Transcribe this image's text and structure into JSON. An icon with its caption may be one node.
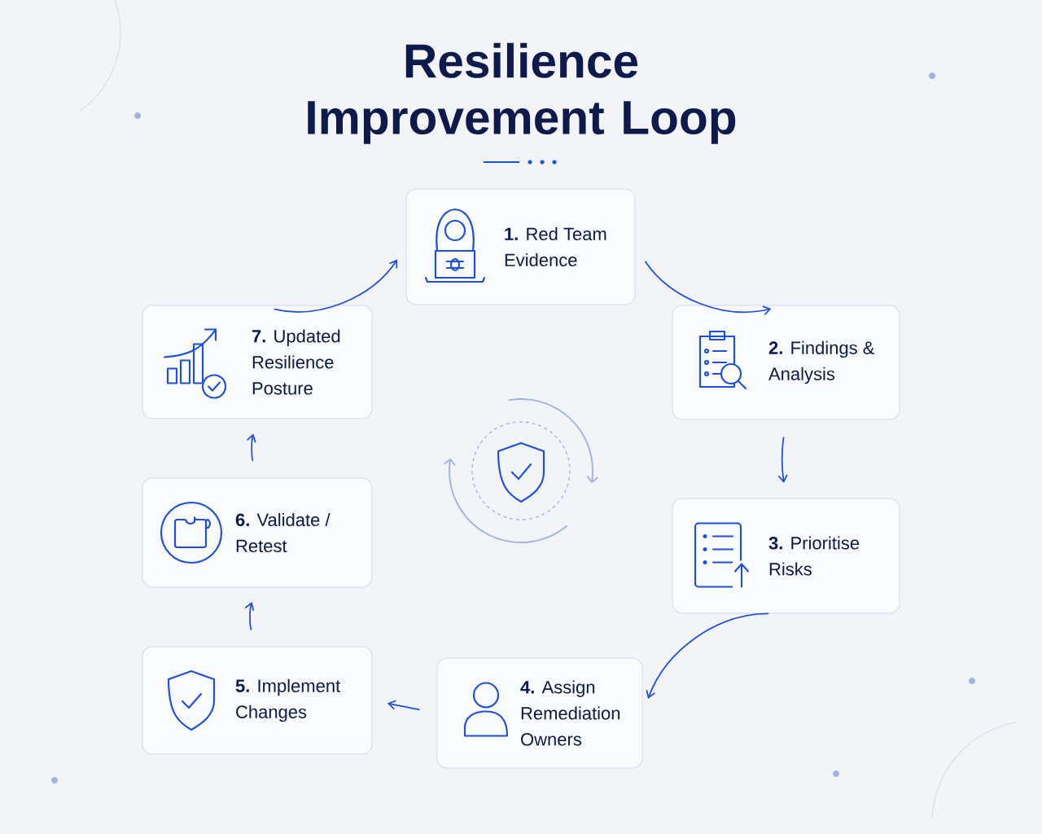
{
  "diagram": {
    "title": "Resilience Improvement Loop",
    "nodes": [
      {
        "text": [
          "**1.** Red Team Evidence"
        ]
      },
      {
        "text": [
          "**2.** Findings & Analysis"
        ]
      },
      {
        "text": [
          "**3.** Prioritise Risks"
        ]
      },
      {
        "text": [
          "**4.** Assign Remediation Owners"
        ]
      },
      {
        "text": [
          "**5.** Implement Changes"
        ]
      },
      {
        "text": [
          "**6.** Validate / Retest"
        ]
      },
      {
        "text": [
          "**7.** Updated Resilience Posture"
        ]
      }
    ],
    "edges": [
      {
        "from": 0,
        "to": 1,
        "arrow": "to"
      },
      {
        "from": 1,
        "to": 2,
        "arrow": "to"
      },
      {
        "from": 2,
        "to": 3,
        "arrow": "to"
      },
      {
        "from": 3,
        "to": 4,
        "arrow": "to"
      },
      {
        "from": 4,
        "to": 5,
        "arrow": "to"
      },
      {
        "from": 5,
        "to": 6,
        "arrow": "to"
      },
      {
        "from": 6,
        "to": 0,
        "arrow": "to"
      }
    ]
  }
}
